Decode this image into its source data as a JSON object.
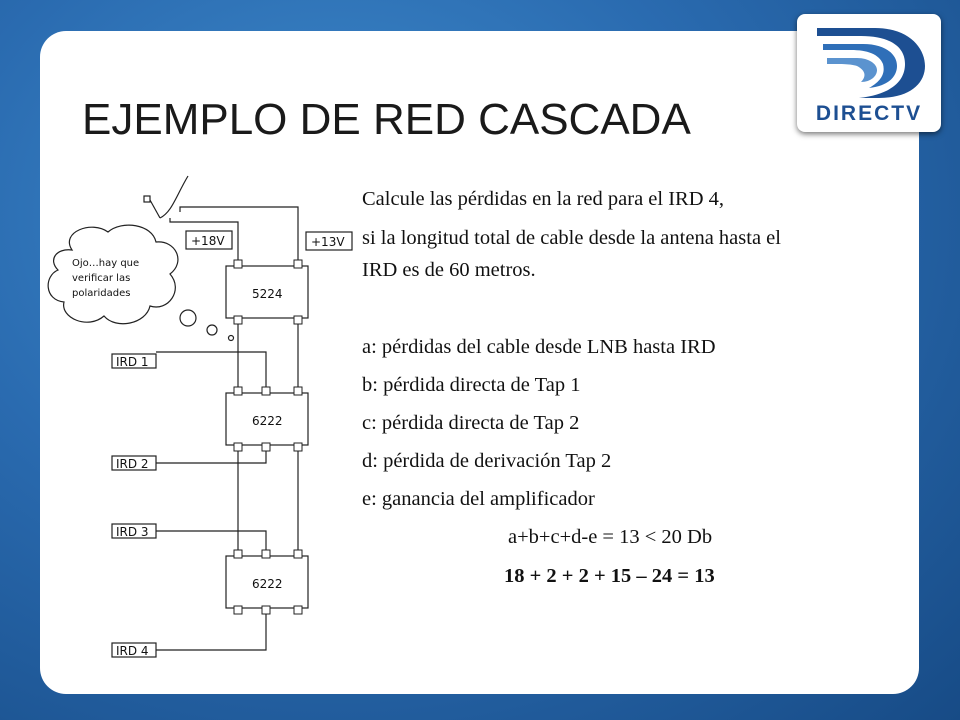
{
  "slide": {
    "title": "EJEMPLO DE RED CASCADA",
    "logo_text": "DIRECTV",
    "intro_line1": "Calcule las pérdidas en la red para el IRD 4,",
    "intro_line2": "si la longitud total de cable desde la antena hasta el",
    "intro_line3": "IRD es de 60 metros.",
    "items": [
      "a: pérdidas del cable desde LNB hasta IRD",
      "b: pérdida directa de Tap 1",
      "c: pérdida directa de Tap 2",
      "d: pérdida de derivación Tap 2",
      "e: ganancia del amplificador"
    ],
    "formula": "a+b+c+d-e = 13 < 20 Db",
    "result": "18 + 2 + 2 + 15 – 24 = 13"
  },
  "diagram": {
    "voltage_left": "+18V",
    "voltage_right": "+13V",
    "devices": [
      "5224",
      "6222",
      "6222"
    ],
    "ird_labels": [
      "IRD 1",
      "IRD 2",
      "IRD 3",
      "IRD 4"
    ],
    "cloud_lines": [
      "Ojo…hay que",
      "verificar las",
      "polaridades"
    ]
  },
  "colors": {
    "background": "#2a6bb0",
    "panel": "#ffffff",
    "logo_blue": "#1d4f92"
  }
}
